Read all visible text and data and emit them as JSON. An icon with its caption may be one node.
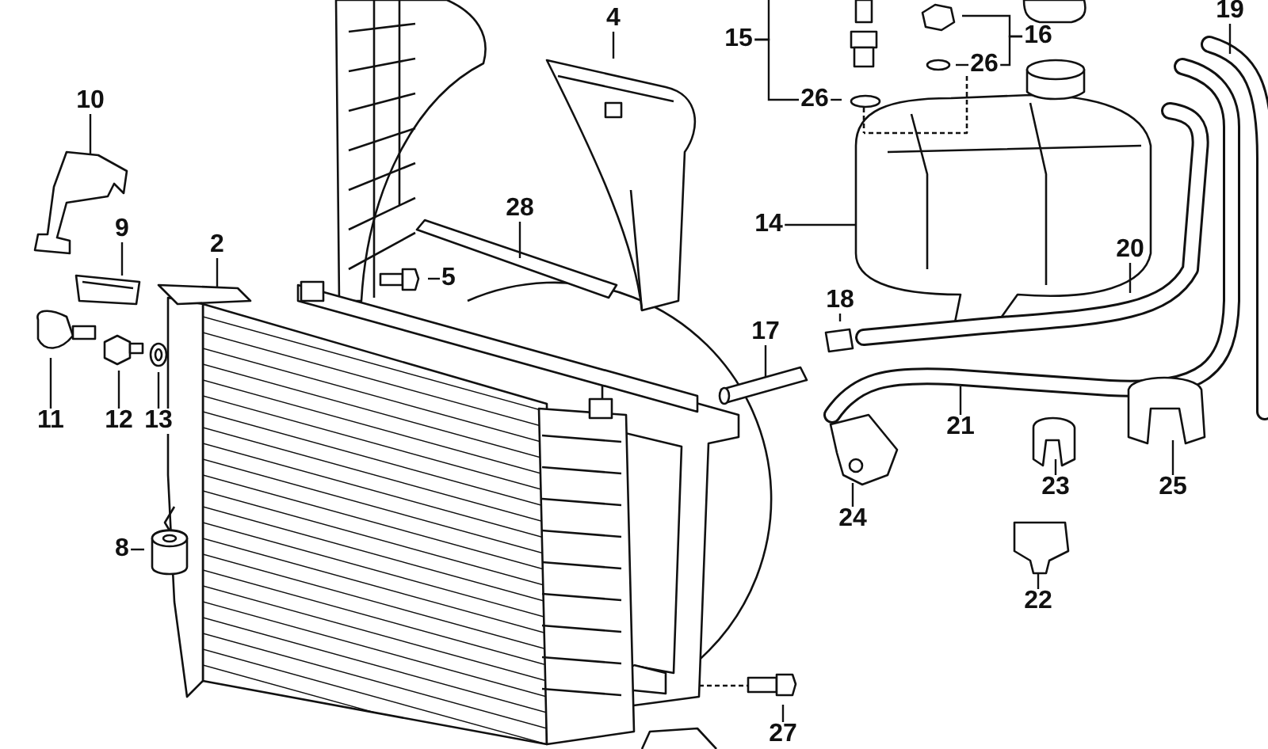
{
  "diagram": {
    "nodes": [
      {
        "text": [
          "19"
        ]
      },
      {
        "text": [
          "4"
        ]
      },
      {
        "text": [
          "15"
        ]
      },
      {
        "text": [
          "16"
        ]
      },
      {
        "text": [
          "26"
        ]
      },
      {
        "text": [
          "10"
        ]
      },
      {
        "text": [
          "26"
        ]
      },
      {
        "text": [
          "28"
        ]
      },
      {
        "text": [
          "14"
        ]
      },
      {
        "text": [
          "2"
        ]
      },
      {
        "text": [
          "9"
        ]
      },
      {
        "text": [
          "20"
        ]
      },
      {
        "text": [
          "5"
        ]
      },
      {
        "text": [
          "18"
        ]
      },
      {
        "text": [
          "17"
        ]
      },
      {
        "text": [
          "11"
        ]
      },
      {
        "text": [
          "12"
        ]
      },
      {
        "text": [
          "13"
        ]
      },
      {
        "text": [
          "21"
        ]
      },
      {
        "text": [
          "23"
        ]
      },
      {
        "text": [
          "25"
        ]
      },
      {
        "text": [
          "24"
        ]
      },
      {
        "text": [
          "8"
        ]
      },
      {
        "text": [
          "22"
        ]
      },
      {
        "text": [
          "27"
        ]
      }
    ],
    "edges": [
      {
        "from": 0,
        "to": null,
        "arrow": "none"
      },
      {
        "from": 1,
        "to": null,
        "arrow": "none"
      },
      {
        "from": 2,
        "to": null,
        "arrow": "none"
      },
      {
        "from": 2,
        "to": 6,
        "arrow": "none"
      },
      {
        "from": 6,
        "to": null,
        "arrow": "none"
      },
      {
        "from": 3,
        "to": null,
        "arrow": "none"
      },
      {
        "from": 3,
        "to": 4,
        "arrow": "none"
      },
      {
        "from": 4,
        "to": null,
        "arrow": "none"
      },
      {
        "from": 5,
        "to": null,
        "arrow": "none"
      },
      {
        "from": 7,
        "to": null,
        "arrow": "none"
      },
      {
        "from": 8,
        "to": null,
        "arrow": "none"
      },
      {
        "from": 9,
        "to": null,
        "arrow": "none"
      },
      {
        "from": 10,
        "to": null,
        "arrow": "none"
      },
      {
        "from": 11,
        "to": null,
        "arrow": "none"
      },
      {
        "from": 12,
        "to": null,
        "arrow": "none"
      },
      {
        "from": 13,
        "to": null,
        "arrow": "none"
      },
      {
        "from": 14,
        "to": null,
        "arrow": "none"
      },
      {
        "from": 15,
        "to": null,
        "arrow": "none"
      },
      {
        "from": 16,
        "to": null,
        "arrow": "none"
      },
      {
        "from": 17,
        "to": null,
        "arrow": "none"
      },
      {
        "from": 18,
        "to": null,
        "arrow": "none"
      },
      {
        "from": 19,
        "to": null,
        "arrow": "none"
      },
      {
        "from": 20,
        "to": null,
        "arrow": "none"
      },
      {
        "from": 21,
        "to": null,
        "arrow": "none"
      },
      {
        "from": 22,
        "to": null,
        "arrow": "none"
      },
      {
        "from": 23,
        "to": null,
        "arrow": "none"
      },
      {
        "from": 24,
        "to": null,
        "arrow": "none"
      }
    ]
  }
}
